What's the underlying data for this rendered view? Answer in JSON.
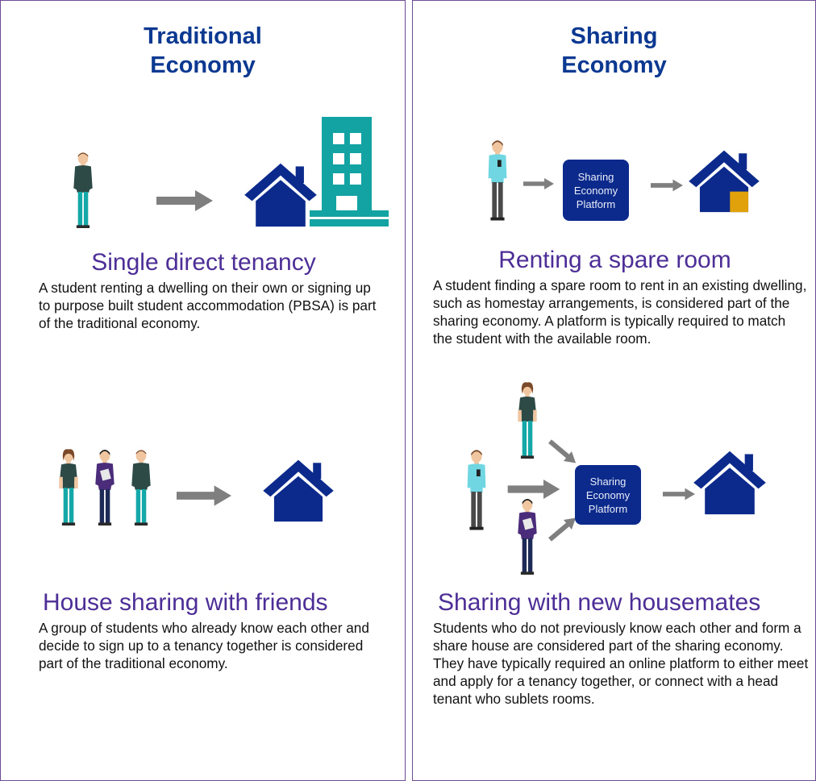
{
  "left": {
    "title_line1": "Traditional",
    "title_line2": "Economy",
    "section1": {
      "heading": "Single direct tenancy",
      "text": "A student renting a dwelling on their own or signing up to purpose built student accommodation (PBSA) is part of the traditional economy."
    },
    "section2": {
      "heading": "House sharing with friends",
      "text": "A group of students who already know each other and decide to sign up to a tenancy together is considered part of the traditional economy."
    }
  },
  "right": {
    "title_line1": "Sharing",
    "title_line2": "Economy",
    "section1": {
      "heading": "Renting a spare room",
      "text": "A student finding a spare room to rent in an existing dwelling, such as homestay arrangements, is considered part of the sharing economy. A platform is typically required to match the student with the available room."
    },
    "section2": {
      "heading": "Sharing with new housemates",
      "text": "Students who do not previously know each other and form a share house are considered part of the sharing economy. They have typically required an online platform to either meet and apply for a tenancy together, or connect with a head tenant who sublets rooms."
    }
  },
  "platform": {
    "line1": "Sharing",
    "line2": "Economy",
    "line3": "Platform"
  },
  "colors": {
    "title": "#0b3891",
    "heading": "#4c2e96",
    "border": "#6e4c93",
    "house": "#0b2a8c",
    "building": "#14a3a3",
    "arrow": "#7f7f7f",
    "room": "#e0a10a"
  },
  "icons": [
    "person-icon",
    "arrow-icon",
    "house-icon",
    "apartment-building-icon",
    "platform-box"
  ]
}
